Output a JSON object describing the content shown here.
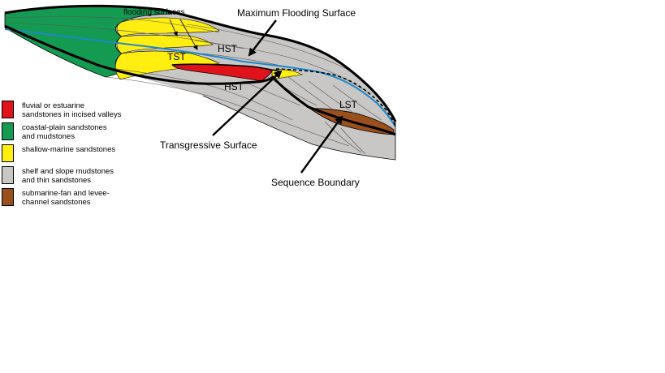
{
  "labels": {
    "flooding_surfaces": "flooding surfaces",
    "mfs": "Maximum Flooding Surface",
    "hst_upper": "HST",
    "tst": "TST",
    "hst_lower": "HST",
    "lst": "LST",
    "transgressive_surface": "Transgressive Surface",
    "sequence_boundary": "Sequence Boundary"
  },
  "legend": [
    {
      "color": "#e0121a",
      "text": "fluvial or estuarine\nsandstones in incised valleys"
    },
    {
      "color": "#159a52",
      "text": "coastal-plain sandstones\nand mudstones"
    },
    {
      "color": "#ffee10",
      "text": "shallow-marine sandstones"
    },
    {
      "color": "#c9c7c5",
      "text": "shelf and slope mudstones\nand thin sandstones"
    },
    {
      "color": "#9a4f1d",
      "text": "submarine-fan and levee-\nchannel sandstones"
    }
  ]
}
